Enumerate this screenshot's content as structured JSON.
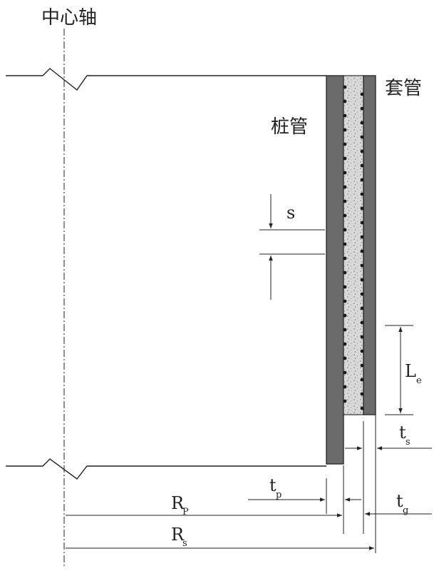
{
  "labels": {
    "center_axis": "中心轴",
    "pile_pipe": "桩管",
    "casing": "套管",
    "s": "s",
    "le_main": "L",
    "le_sub": "e",
    "ts_main": "t",
    "ts_sub": "s",
    "tp_main": "t",
    "tp_sub": "p",
    "tg_main": "t",
    "tg_sub": "g",
    "rp_main": "R",
    "rp_sub": "P",
    "rs_main": "R",
    "rs_sub": "s"
  },
  "colors": {
    "line": "#222222",
    "pipe_wall": "#6b6b6b",
    "grout": "#d9d9d9",
    "grout_speckle": "#8a8a8a",
    "shear_key": "#1a1a1a"
  }
}
